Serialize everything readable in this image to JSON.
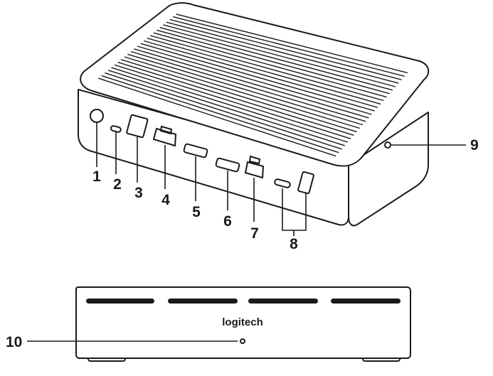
{
  "top_device": {
    "callouts": [
      {
        "id": "1",
        "label": "1"
      },
      {
        "id": "2",
        "label": "2"
      },
      {
        "id": "3",
        "label": "3"
      },
      {
        "id": "4",
        "label": "4"
      },
      {
        "id": "5",
        "label": "5"
      },
      {
        "id": "6",
        "label": "6"
      },
      {
        "id": "7",
        "label": "7"
      },
      {
        "id": "8",
        "label": "8"
      },
      {
        "id": "9",
        "label": "9"
      }
    ]
  },
  "front_device": {
    "brand": "logitech",
    "callout": {
      "id": "10",
      "label": "10"
    }
  },
  "colors": {
    "ink": "#1a1a1a",
    "background": "#ffffff"
  }
}
